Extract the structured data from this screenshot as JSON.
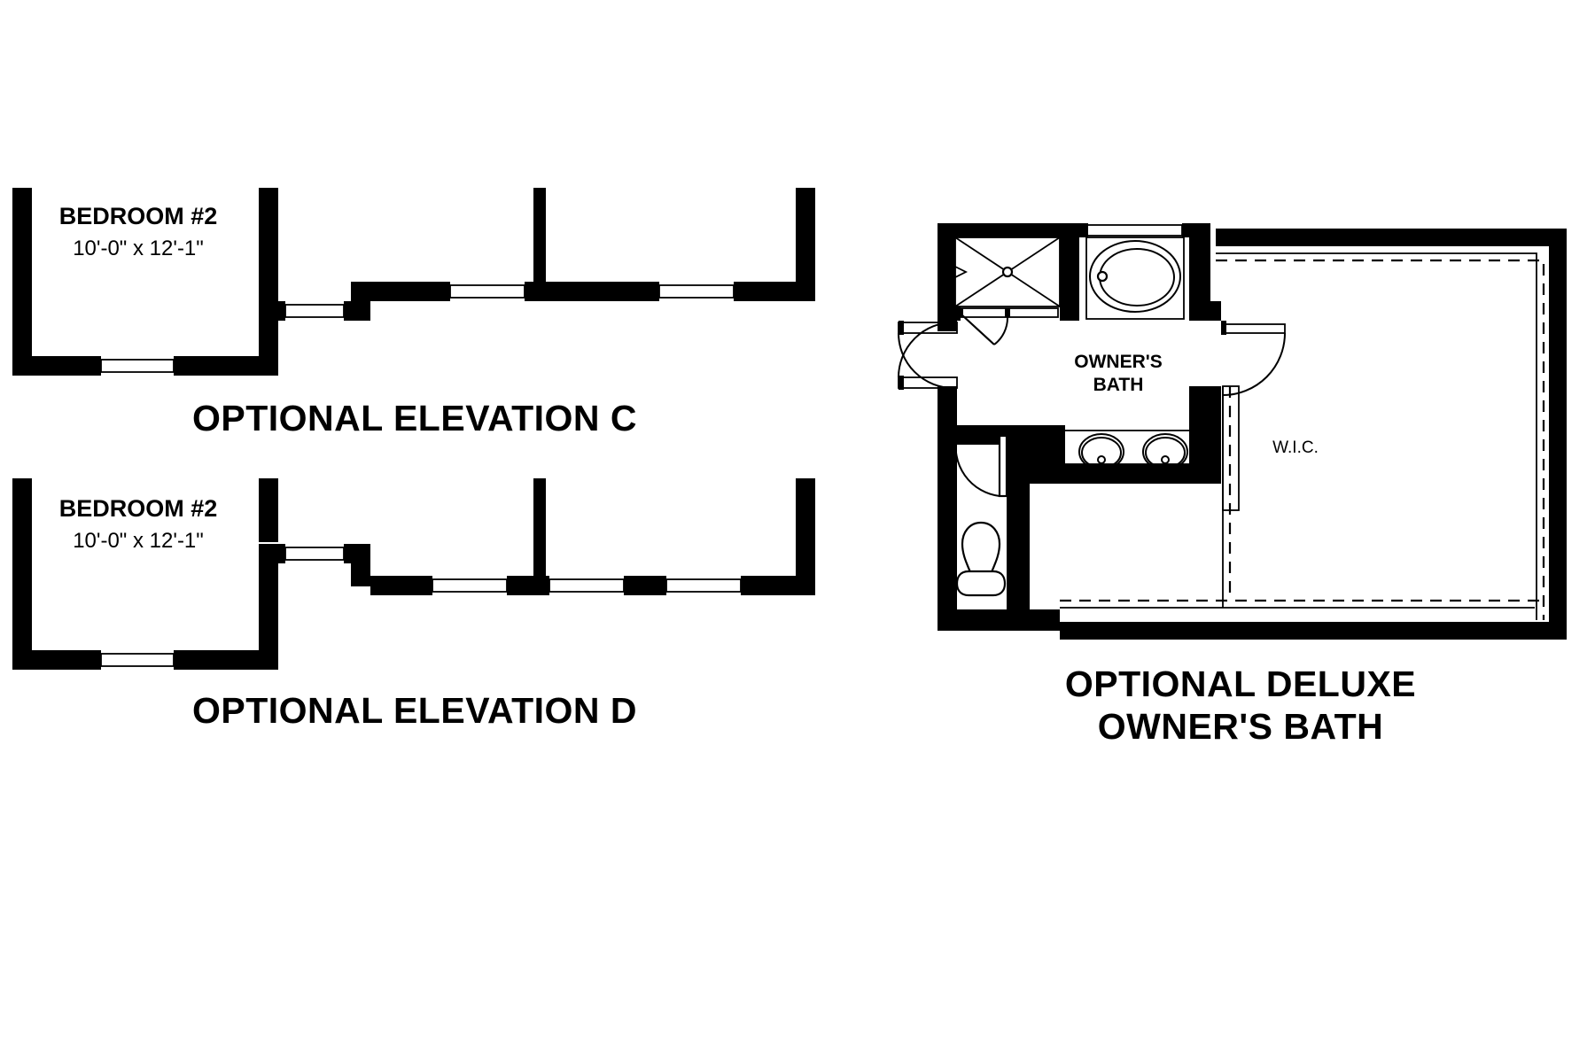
{
  "document": {
    "type": "architectural-floor-plan",
    "background_color": "#ffffff",
    "line_color": "#000000"
  },
  "plans": [
    {
      "id": "elevation-c",
      "caption": "OPTIONAL ELEVATION C",
      "rooms": [
        {
          "name": "BEDROOM #2",
          "dimensions": "10'-0\" x 12'-1\"",
          "features": [
            "window-south",
            "door-opening-east",
            "stepped-corridor-wall"
          ]
        }
      ]
    },
    {
      "id": "elevation-d",
      "caption": "OPTIONAL ELEVATION D",
      "rooms": [
        {
          "name": "BEDROOM #2",
          "dimensions": "10'-0\" x 12'-1\"",
          "features": [
            "window-south",
            "door-opening-east",
            "stepped-corridor-wall-inverted"
          ]
        }
      ]
    },
    {
      "id": "deluxe-owners-bath",
      "caption_line1": "OPTIONAL DELUXE",
      "caption_line2": "OWNER'S BATH",
      "rooms": [
        {
          "name_line1": "OWNER'S",
          "name_line2": "BATH",
          "fixtures": [
            "shower-stall",
            "shower-head",
            "soaking-tub",
            "double-vanity",
            "sink-left",
            "sink-right",
            "toilet"
          ],
          "doors": [
            "double-entry-doors",
            "shower-door",
            "water-closet-door",
            "wic-door"
          ]
        },
        {
          "name": "W.I.C.",
          "features": [
            "shelf-and-rod-dashed"
          ]
        }
      ]
    }
  ],
  "labels": {
    "bedroom_2_name": "BEDROOM #2",
    "bedroom_2_dim": "10'-0\" x 12'-1\"",
    "elevation_c_caption": "OPTIONAL ELEVATION C",
    "elevation_d_caption": "OPTIONAL ELEVATION D",
    "owners_line1": "OWNER'S",
    "owners_line2": "BATH",
    "wic": "W.I.C.",
    "bath_caption_line1": "OPTIONAL DELUXE",
    "bath_caption_line2": "OWNER'S BATH"
  }
}
